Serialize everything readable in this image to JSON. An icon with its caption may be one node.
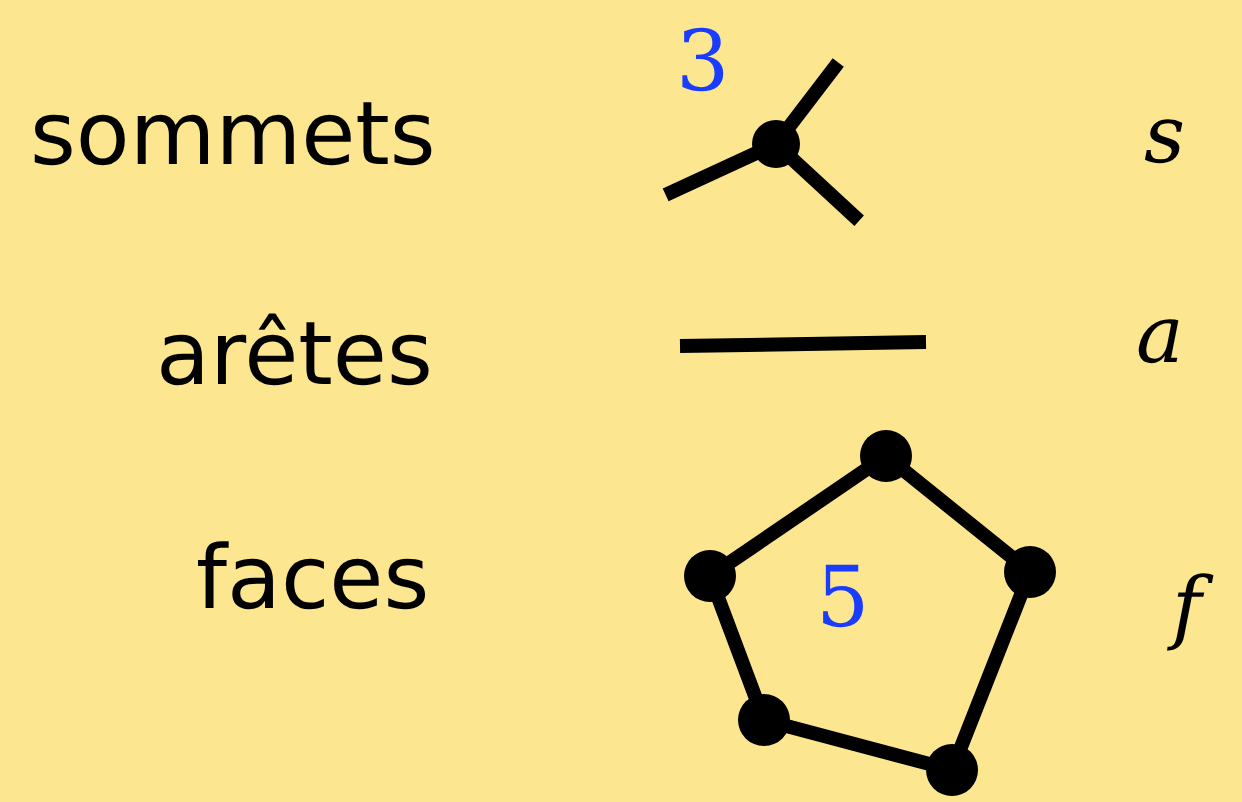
{
  "diagram": {
    "labels": [
      "sommets",
      "3",
      "s",
      "arêtes",
      "a",
      "faces",
      "5",
      "f"
    ]
  }
}
